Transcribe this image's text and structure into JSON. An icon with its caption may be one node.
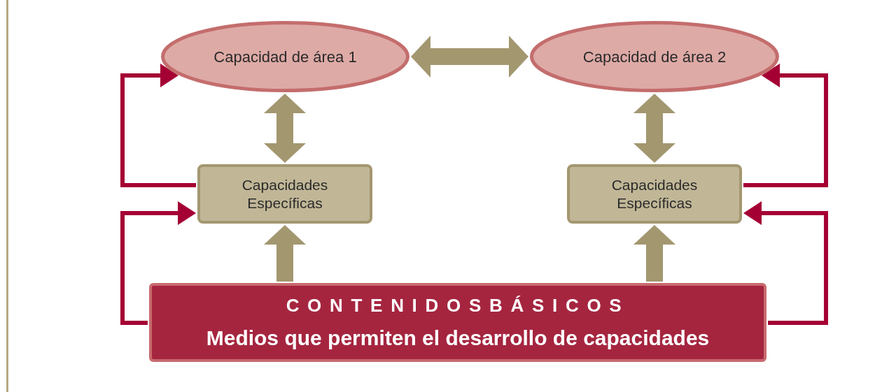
{
  "diagram": {
    "nodes": [
      {
        "text": [
          "Capacidad de área 1"
        ]
      },
      {
        "text": [
          "Capacidad de área 2"
        ]
      },
      {
        "text": [
          "Capacidades Específicas"
        ]
      },
      {
        "text": [
          "Capacidades Específicas"
        ]
      },
      {
        "text": [
          "CONTENIDOSBÁSICOS",
          "Medios que permiten el desarrollo de capacidades"
        ]
      }
    ],
    "edges": [
      {
        "from": 0,
        "to": 1,
        "arrow": "both"
      },
      {
        "from": 0,
        "to": 2,
        "arrow": "both"
      },
      {
        "from": 1,
        "to": 3,
        "arrow": "both"
      },
      {
        "from": 4,
        "to": 2,
        "arrow": "to"
      },
      {
        "from": 4,
        "to": 3,
        "arrow": "to"
      },
      {
        "from": 2,
        "to": 0,
        "arrow": "to",
        "color": "#a50034"
      },
      {
        "from": 4,
        "to": 2,
        "arrow": "to",
        "color": "#a50034"
      },
      {
        "from": 3,
        "to": 1,
        "arrow": "to",
        "color": "#a50034"
      },
      {
        "from": 4,
        "to": 3,
        "arrow": "to",
        "color": "#a50034"
      }
    ]
  }
}
